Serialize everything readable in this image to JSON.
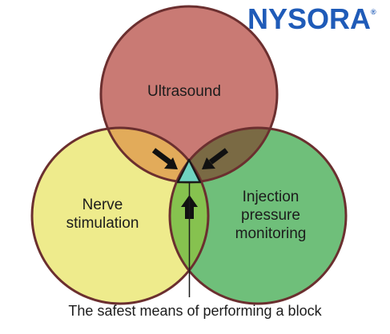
{
  "brand": {
    "name": "NYSORA",
    "registered_mark": "®",
    "color": "#1f5bb8"
  },
  "circles": {
    "ultrasound": {
      "label": "Ultrasound",
      "color": "#c97a74"
    },
    "nerve_stimulation": {
      "line1": "Nerve",
      "line2": "stimulation",
      "color": "#eeeb8c"
    },
    "injection_pressure": {
      "line1": "Injection",
      "line2": "pressure",
      "line3": "monitoring",
      "color": "#6fbf7a"
    }
  },
  "overlaps": {
    "ultrasound_nerve": "#e2ab5a",
    "ultrasound_injection": "#7a6a44",
    "nerve_injection": "#86c24f",
    "center": "#6fd3c0"
  },
  "caption": "The safest means of performing a block"
}
